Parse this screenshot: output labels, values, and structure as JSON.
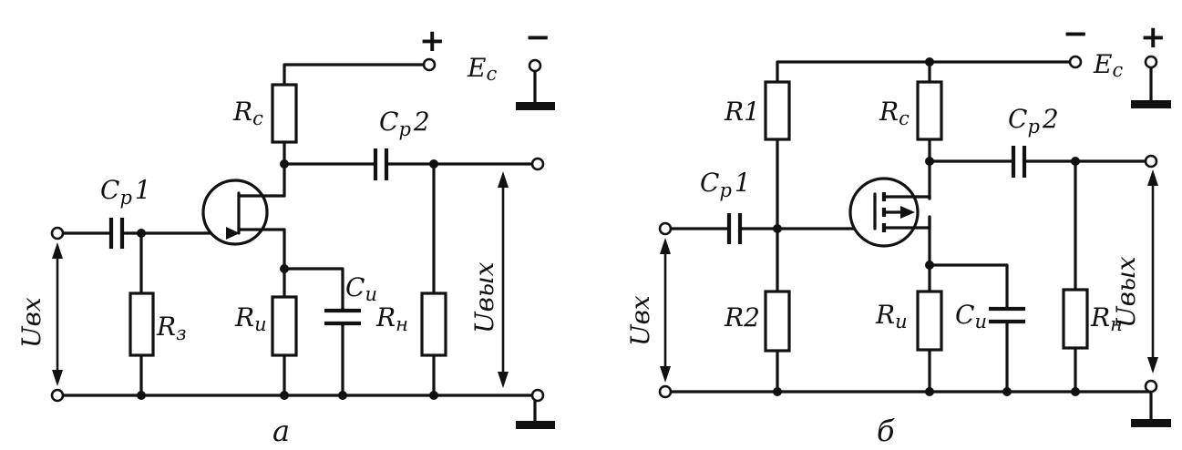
{
  "circuit_a": {
    "caption": "а",
    "supply": {
      "label_main": "E",
      "label_sub": "c",
      "plus": "+",
      "minus": "−"
    },
    "rc": {
      "main": "R",
      "sub": "c"
    },
    "rz": {
      "main": "R",
      "sub": "з"
    },
    "ri": {
      "main": "R",
      "sub": "и"
    },
    "rn": {
      "main": "R",
      "sub": "н"
    },
    "cp1": {
      "main": "C",
      "sub": "р",
      "num": "1"
    },
    "cp2": {
      "main": "C",
      "sub": "р",
      "num": "2"
    },
    "ci": {
      "main": "C",
      "sub": "и"
    },
    "uin": "Uвх",
    "uout": "Uвых"
  },
  "circuit_b": {
    "caption": "б",
    "supply": {
      "label_main": "E",
      "label_sub": "c",
      "plus": "+",
      "minus": "−"
    },
    "r1": "R1",
    "r2": "R2",
    "rc": {
      "main": "R",
      "sub": "c"
    },
    "ri": {
      "main": "R",
      "sub": "и"
    },
    "rn": {
      "main": "R",
      "sub": "н"
    },
    "cp1": {
      "main": "C",
      "sub": "р",
      "num": "1"
    },
    "cp2": {
      "main": "C",
      "sub": "р",
      "num": "2"
    },
    "ci": {
      "main": "C",
      "sub": "и"
    },
    "uin": "Uвх",
    "uout": "Uвых"
  }
}
